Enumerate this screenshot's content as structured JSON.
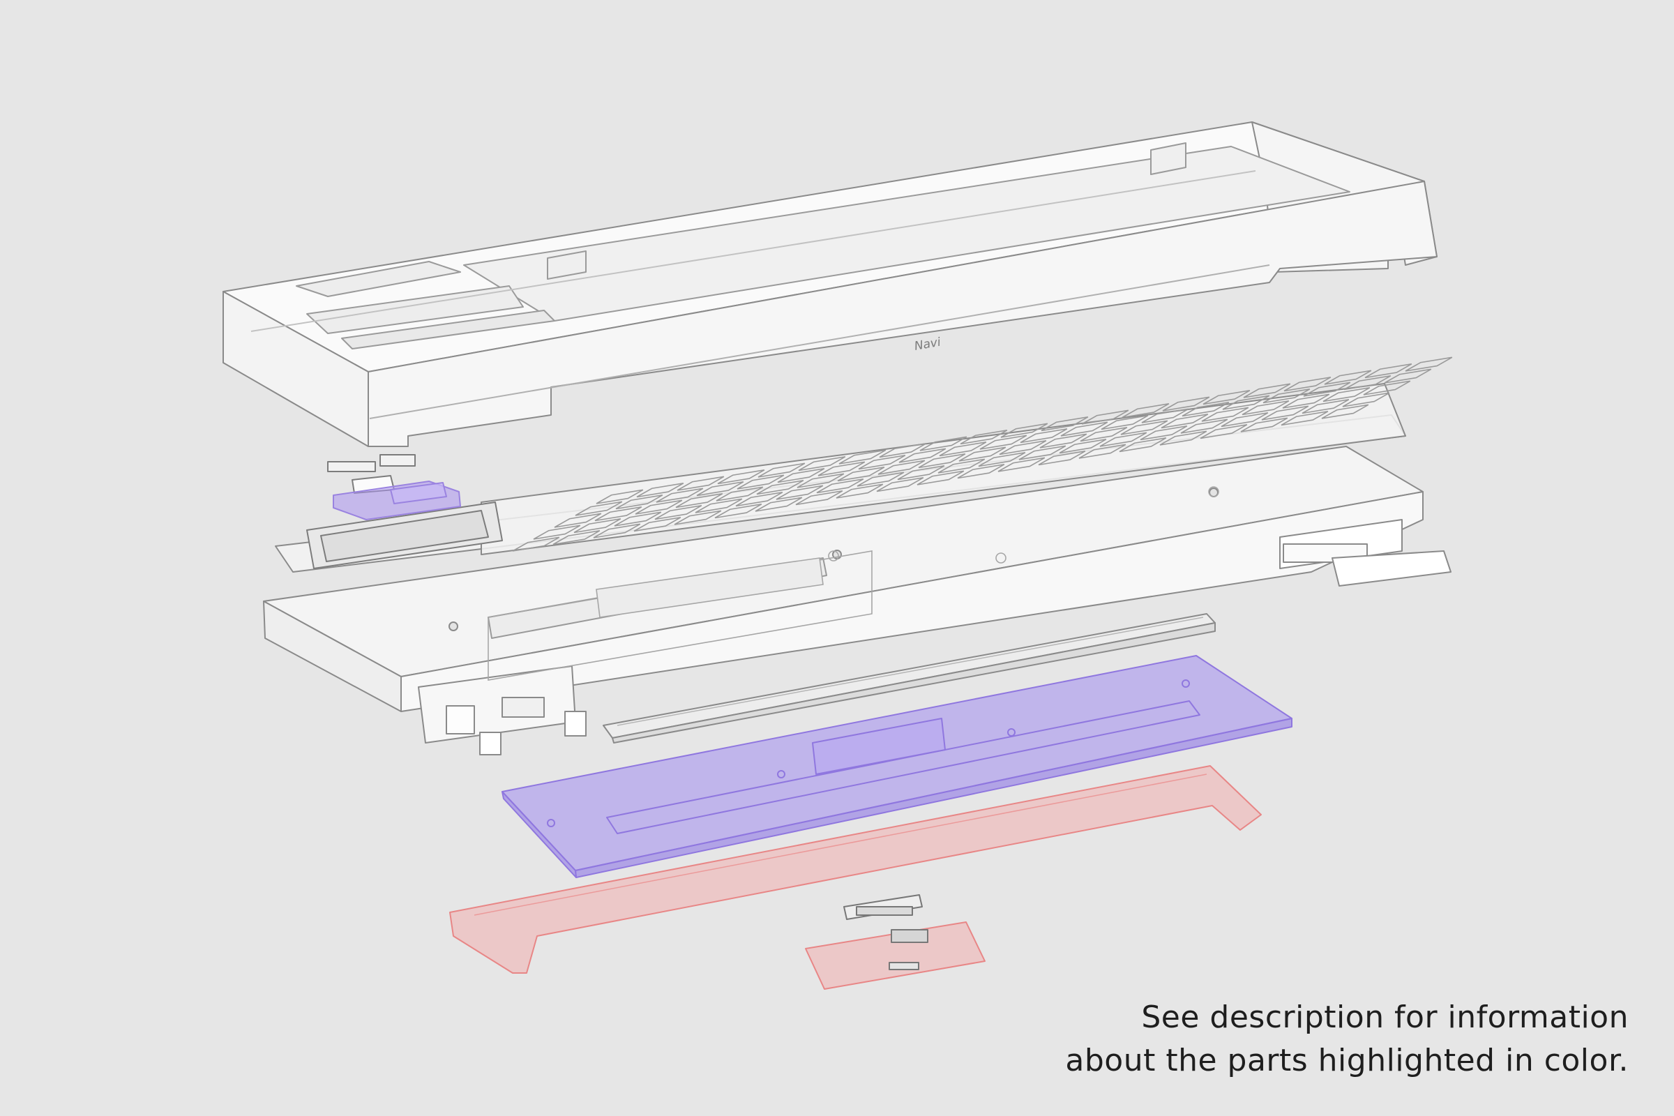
{
  "caption": {
    "line1": "See description for information",
    "line2": "about the parts highlighted in color."
  },
  "markings": {
    "top_case_logo": "Navi"
  },
  "colors": {
    "background": "#e6e6e6",
    "line": "#8a8a8a",
    "part_fill": "#fbfbfb",
    "highlight_purple": "#9f86ee",
    "highlight_red": "#f19a9a"
  }
}
